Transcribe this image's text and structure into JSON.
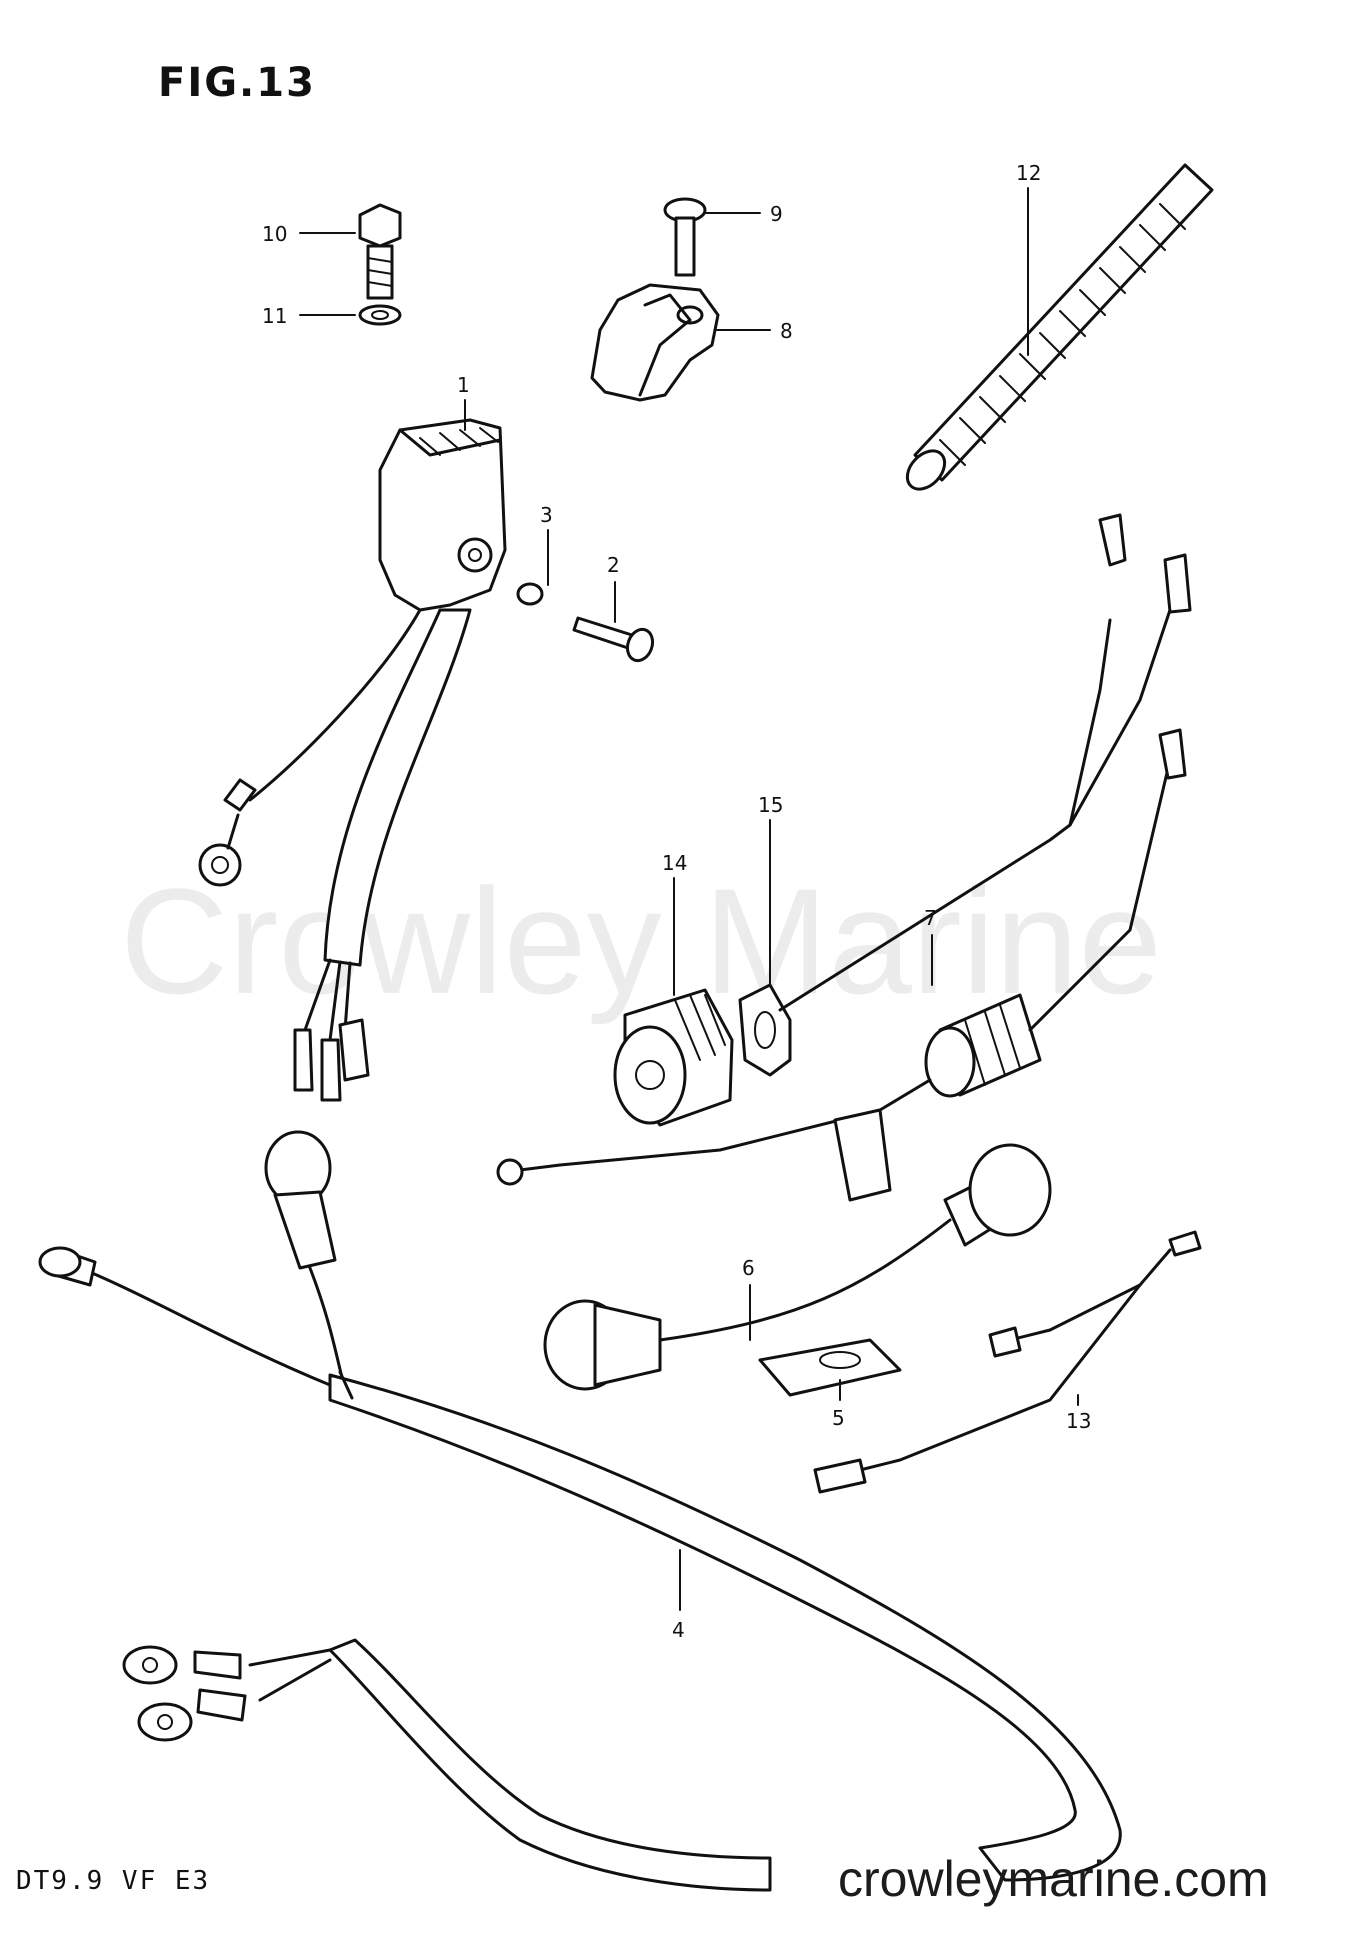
{
  "figure": {
    "title": "FIG.13",
    "model": "DT9.9 VF E3"
  },
  "watermark": "Crowley Marine",
  "site_url": "crowleymarine.com",
  "callouts": [
    {
      "id": "1",
      "label": "1"
    },
    {
      "id": "2",
      "label": "2"
    },
    {
      "id": "3",
      "label": "3"
    },
    {
      "id": "4",
      "label": "4"
    },
    {
      "id": "5",
      "label": "5"
    },
    {
      "id": "6",
      "label": "6"
    },
    {
      "id": "7",
      "label": "7"
    },
    {
      "id": "8",
      "label": "8"
    },
    {
      "id": "9",
      "label": "9"
    },
    {
      "id": "10",
      "label": "10"
    },
    {
      "id": "11",
      "label": "11"
    },
    {
      "id": "12",
      "label": "12"
    },
    {
      "id": "13",
      "label": "13"
    },
    {
      "id": "14",
      "label": "14"
    },
    {
      "id": "15",
      "label": "15"
    }
  ]
}
